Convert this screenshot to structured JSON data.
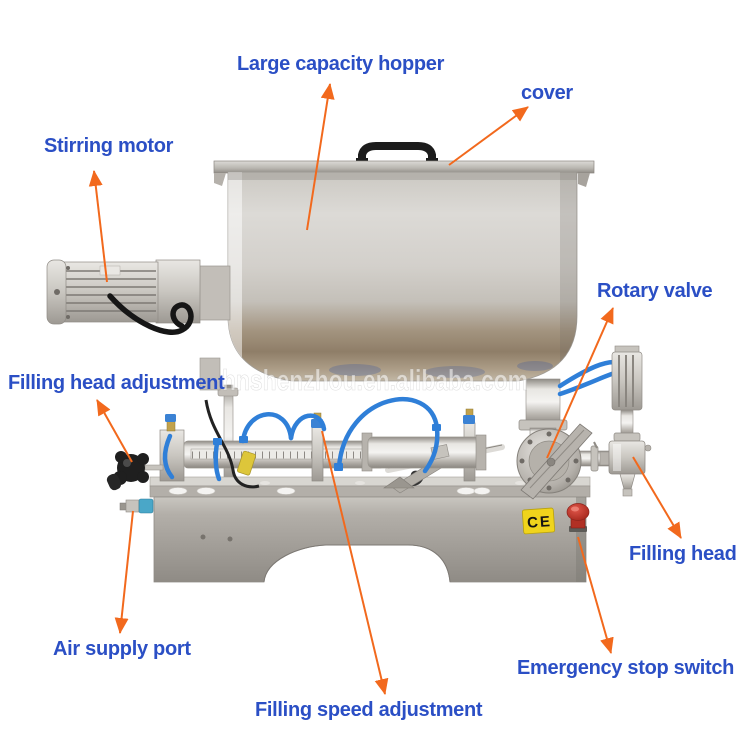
{
  "page": {
    "background": "#ffffff"
  },
  "colors": {
    "label_text": "#2b4fc5",
    "arrow": "#f2691d",
    "steel": "#c9c6c0",
    "tube_blue": "#2f7fd8"
  },
  "watermark": "hnshenzhou.en.alibaba.com",
  "machine": {
    "ce_mark": "CE"
  },
  "labels": [
    {
      "id": "large-capacity-hopper",
      "text": "Large capacity hopper"
    },
    {
      "id": "cover",
      "text": "cover"
    },
    {
      "id": "stirring-motor",
      "text": "Stirring motor"
    },
    {
      "id": "rotary-valve",
      "text": "Rotary valve"
    },
    {
      "id": "filling-head-adjustment",
      "text": "Filling head adjustment"
    },
    {
      "id": "filling-head",
      "text": "Filling head"
    },
    {
      "id": "air-supply-port",
      "text": "Air supply port"
    },
    {
      "id": "emergency-stop-switch",
      "text": "Emergency stop switch"
    },
    {
      "id": "filling-speed-adjustment",
      "text": "Filling speed adjustment"
    }
  ]
}
